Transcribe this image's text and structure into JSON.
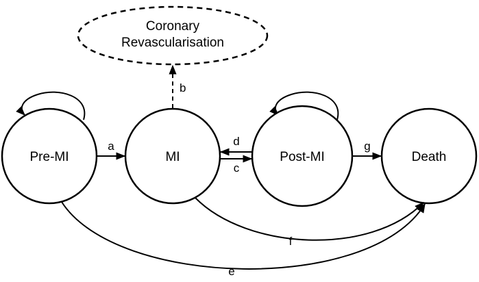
{
  "nodes": {
    "revasc": {
      "line1": "Coronary",
      "line2": "Revascularisation"
    },
    "pre_mi": {
      "label": "Pre-MI"
    },
    "mi": {
      "label": "MI"
    },
    "post_mi": {
      "label": "Post-MI"
    },
    "death": {
      "label": "Death"
    }
  },
  "edges": {
    "a": "a",
    "b": "b",
    "c": "c",
    "d": "d",
    "e": "e",
    "f": "f",
    "g": "g"
  },
  "colors": {
    "stroke": "#000000",
    "background": "#ffffff"
  }
}
